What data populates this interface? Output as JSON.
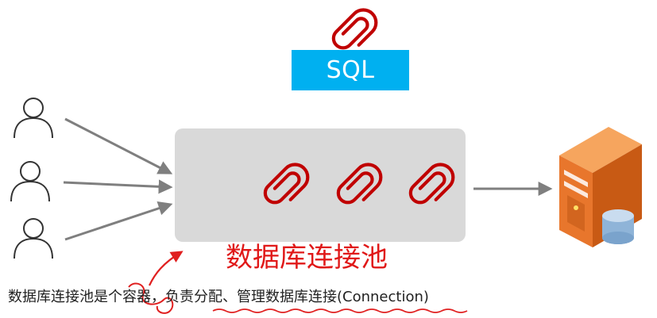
{
  "sql_label": "SQL",
  "pool_title": "数据库连接池",
  "caption": "数据库连接池是个容器，负责分配、管理数据库连接(Connection)",
  "colors": {
    "sql_box": "#00b0f0",
    "pool_box": "#d9d9d9",
    "paperclip": "#c00000",
    "title_red": "#e01818",
    "arrow_gray": "#7f7f7f",
    "annotation_red": "#e02020",
    "server_orange": "#e8762c"
  },
  "icons": [
    "paperclip-icon",
    "user-icon",
    "database-server-icon"
  ]
}
